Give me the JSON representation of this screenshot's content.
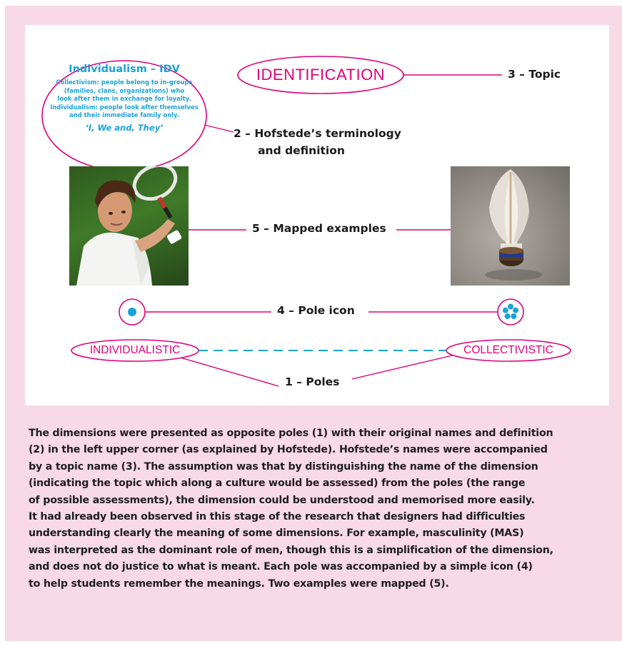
{
  "diagram": {
    "bubble": {
      "title": "Individualism – IDV",
      "definition_lines": [
        "Collectivism: people belong to in-groups",
        "(families, clans, organizations) who",
        "look after them in exchange for loyalty.",
        "Individualism: people look after themselves",
        "and their immediate family only."
      ],
      "slogan": "‘I, We and, They’"
    },
    "topic": "IDENTIFICATION",
    "labels": {
      "topic": "3 – Topic",
      "terminology_line1": "2 – Hofstede’s terminology",
      "terminology_line2": "and definition",
      "examples": "5 – Mapped examples",
      "pole_icon": "4 – Pole icon",
      "poles": "1 – Poles"
    },
    "poles": {
      "left": "INDIVIDUALISTIC",
      "right": "COLLECTIVISTIC"
    },
    "icons": {
      "left": "single-dot-icon",
      "right": "dot-cluster-icon"
    },
    "colors": {
      "accent_pink": "#e0007a",
      "accent_cyan": "#1aa3d9",
      "background": "#f8d9e6"
    }
  },
  "caption_lines": [
    "The dimensions were presented as opposite poles (1) with their original names and definition",
    "(2) in the left upper corner (as explained by Hofstede). Hofstede’s names were accompanied",
    "by a topic name (3). The assumption was that by distinguishing the name of the dimension",
    "(indicating the topic which along a culture would be assessed) from the poles (the range",
    "of possible assessments), the dimension could be understood and memorised more easily.",
    "It had already been observed in this stage of the research that designers had difficulties",
    "understanding clearly the meaning of some dimensions. For example, masculinity (MAS)",
    "was interpreted as the dominant role of men, though this is a simplification of the dimension,",
    "and does not do justice to what is meant. Each pole was accompanied by a simple icon (4)",
    "to help students remember the meanings. Two examples were mapped (5)."
  ]
}
